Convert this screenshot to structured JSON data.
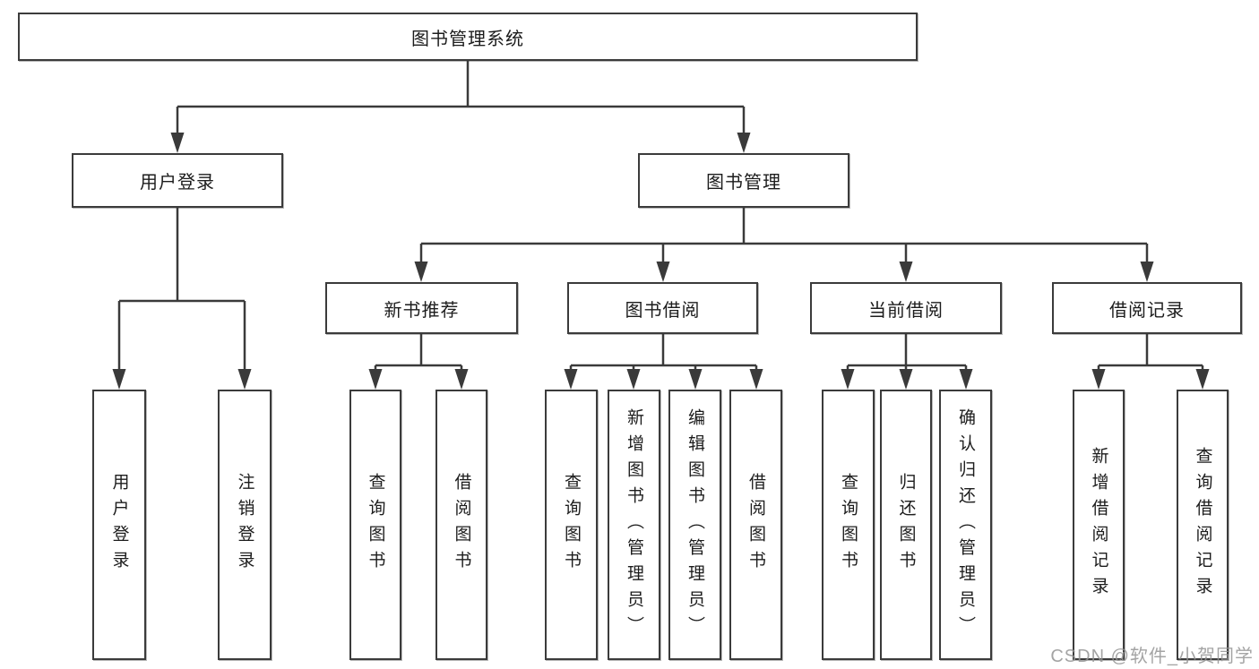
{
  "colors": {
    "line": "#3a3a3a",
    "box_border": "#3b3b3b",
    "text": "#1c1c1c",
    "watermark_text": "#949494"
  },
  "tree": {
    "root": {
      "label": "图书管理系统"
    },
    "branches": [
      {
        "label": "用户登录",
        "children": [
          {
            "label": "用户登录"
          },
          {
            "label": "注销登录"
          }
        ]
      },
      {
        "label": "图书管理",
        "groups": [
          {
            "label": "新书推荐",
            "children": [
              {
                "label": "查询图书"
              },
              {
                "label": "借阅图书"
              }
            ]
          },
          {
            "label": "图书借阅",
            "children": [
              {
                "label": "查询图书"
              },
              {
                "label": "新增图书（管理员）"
              },
              {
                "label": "编辑图书（管理员）"
              },
              {
                "label": "借阅图书"
              }
            ]
          },
          {
            "label": "当前借阅",
            "children": [
              {
                "label": "查询图书"
              },
              {
                "label": "归还图书"
              },
              {
                "label": "确认归还（管理员）"
              }
            ]
          },
          {
            "label": "借阅记录",
            "children": [
              {
                "label": "新增借阅记录"
              },
              {
                "label": "查询借阅记录"
              }
            ]
          }
        ]
      }
    ]
  },
  "watermark": "CSDN @软件_小贺同学"
}
